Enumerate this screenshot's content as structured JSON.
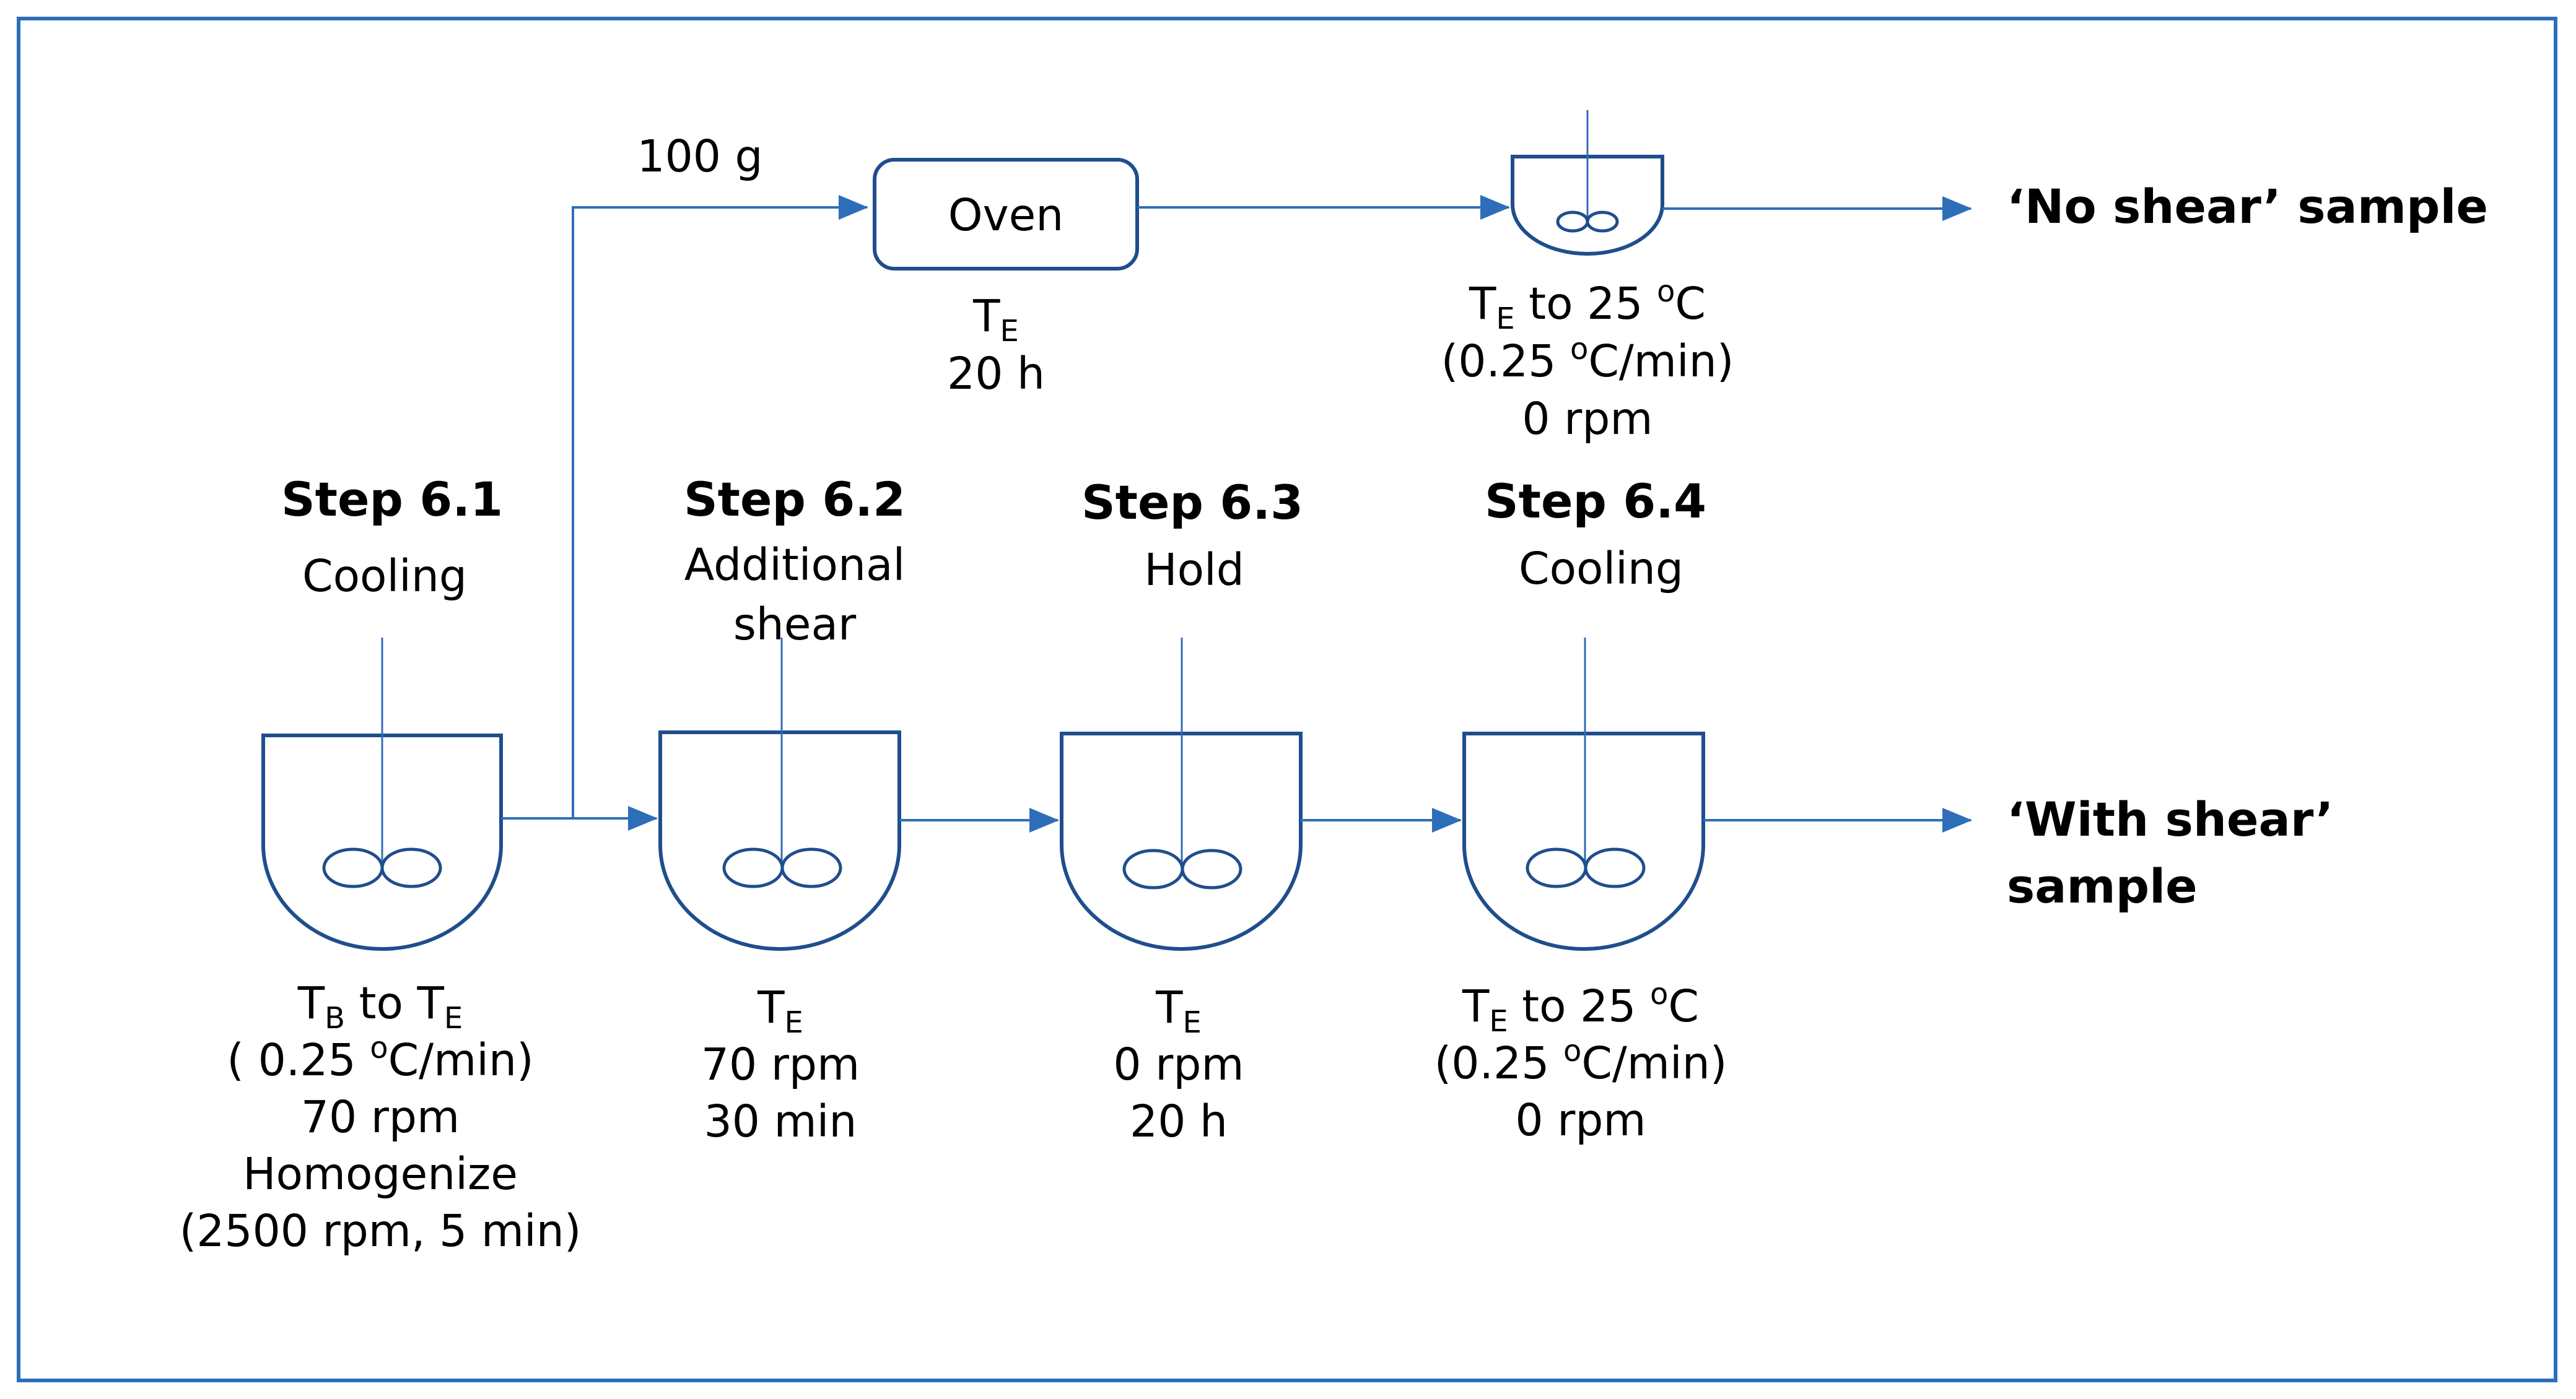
{
  "colors": {
    "line": "#2E6EB8",
    "vessel": "#1F4E8C",
    "output_text": "#7B2FA8",
    "text": "#000000"
  },
  "branch": {
    "amount_label": "100 g",
    "oven": {
      "box_label": "Oven",
      "caption": [
        [
          {
            "t": "T"
          },
          {
            "sub": "E"
          }
        ],
        [
          {
            "t": "20 h"
          }
        ]
      ]
    },
    "vessel": {
      "caption": [
        [
          {
            "t": "T"
          },
          {
            "sub": "E"
          },
          {
            "t": " to 25 "
          },
          {
            "sup": "o"
          },
          {
            "t": "C"
          }
        ],
        [
          {
            "t": "(0.25 "
          },
          {
            "sup": "o"
          },
          {
            "t": "C/min)"
          }
        ],
        [
          {
            "t": "0 rpm"
          }
        ]
      ]
    },
    "output": [
      "‘No shear’ sample"
    ]
  },
  "steps": [
    {
      "title": "Step 6.1",
      "action": [
        "Cooling"
      ],
      "conditions": [
        [
          {
            "t": "T"
          },
          {
            "sub": "B"
          },
          {
            "t": " to T"
          },
          {
            "sub": "E"
          }
        ],
        [
          {
            "t": "( 0.25 "
          },
          {
            "sup": "o"
          },
          {
            "t": "C/min)"
          }
        ],
        [
          {
            "t": "70 rpm"
          }
        ],
        [
          {
            "t": "Homogenize"
          }
        ],
        [
          {
            "t": "(2500 rpm, 5 min)"
          }
        ]
      ]
    },
    {
      "title": "Step 6.2",
      "action": [
        "Additional",
        "shear"
      ],
      "conditions": [
        [
          {
            "t": "T"
          },
          {
            "sub": "E"
          }
        ],
        [
          {
            "t": "70 rpm"
          }
        ],
        [
          {
            "t": "30 min"
          }
        ]
      ]
    },
    {
      "title": "Step 6.3",
      "action": [
        "Hold"
      ],
      "conditions": [
        [
          {
            "t": "T"
          },
          {
            "sub": "E"
          }
        ],
        [
          {
            "t": "0 rpm"
          }
        ],
        [
          {
            "t": "20 h"
          }
        ]
      ]
    },
    {
      "title": "Step 6.4",
      "action": [
        "Cooling"
      ],
      "conditions": [
        [
          {
            "t": "T"
          },
          {
            "sub": "E"
          },
          {
            "t": " to 25 "
          },
          {
            "sup": "o"
          },
          {
            "t": "C"
          }
        ],
        [
          {
            "t": "(0.25 "
          },
          {
            "sup": "o"
          },
          {
            "t": "C/min)"
          }
        ],
        [
          {
            "t": "0 rpm"
          }
        ]
      ]
    }
  ],
  "main_output": [
    "‘With shear’",
    "sample"
  ]
}
